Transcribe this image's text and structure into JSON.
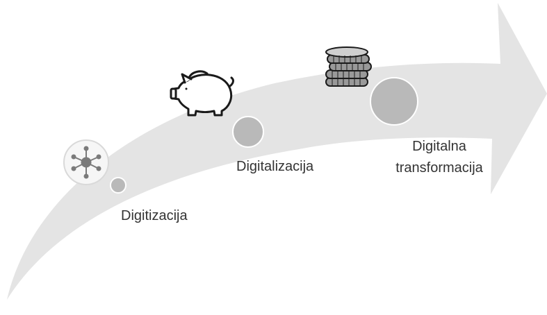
{
  "colors": {
    "arrow_fill": "#e4e4e4",
    "marker_fill": "#b9b9b9",
    "marker_stroke": "#ffffff",
    "icon_stroke": "#1a1a1a",
    "network_node": "#7a7a7a",
    "text": "#333333"
  },
  "stages": [
    {
      "label": "Digitizacija",
      "icon": "network-hub-icon"
    },
    {
      "label": "Digitalizacija",
      "icon": "piggy-bank-icon"
    },
    {
      "label_line1": "Digitalna",
      "label_line2": "transformacija",
      "icon": "coin-stack-icon"
    }
  ]
}
